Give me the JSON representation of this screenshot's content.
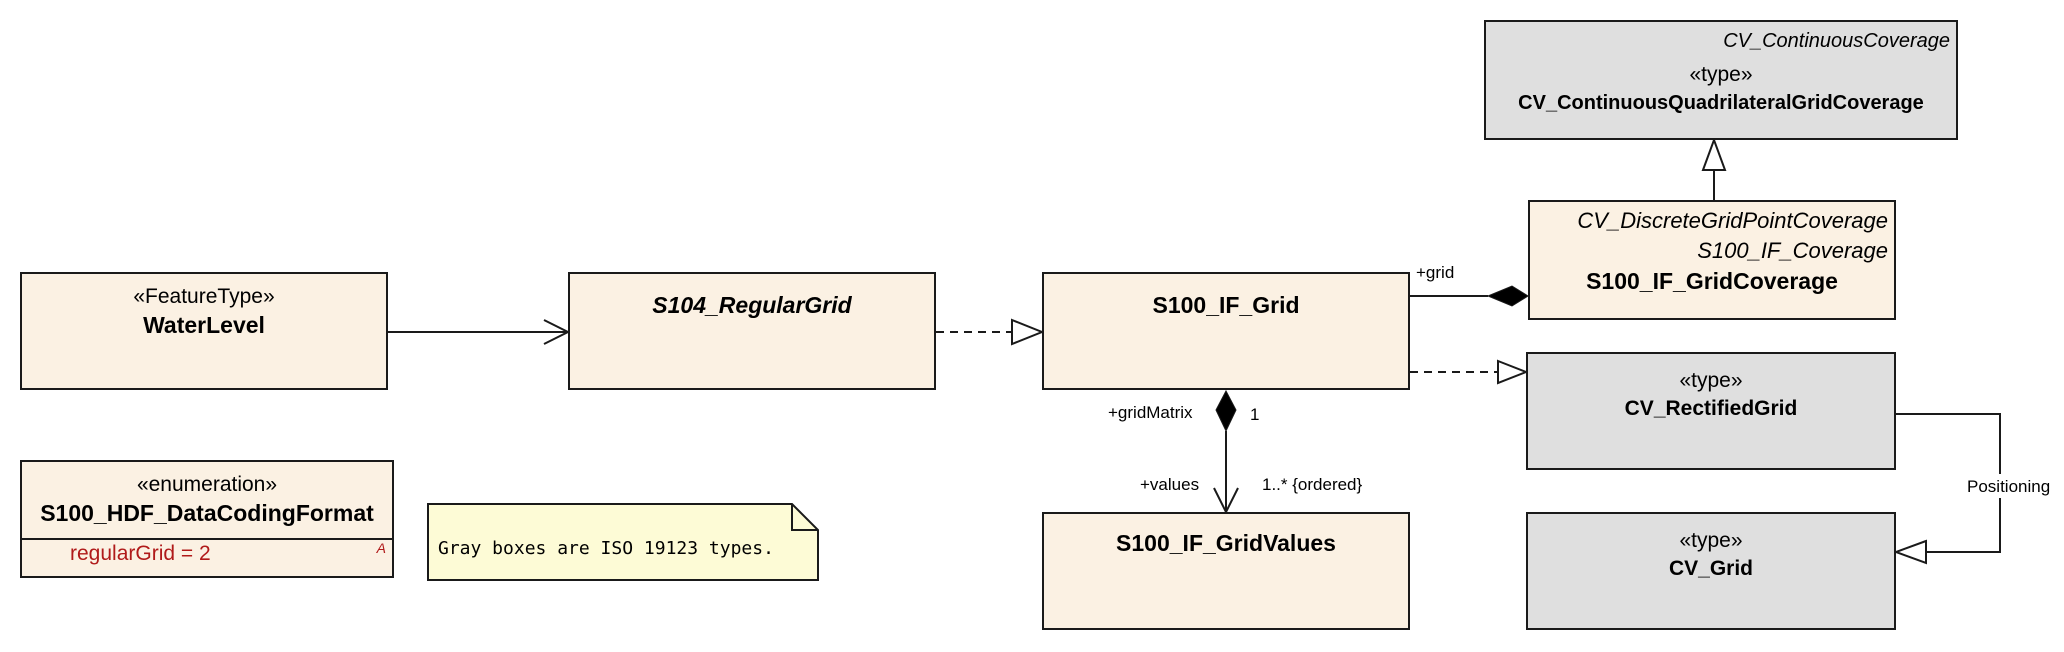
{
  "classes": {
    "water_level": {
      "stereotype": "«FeatureType»",
      "name": "WaterLevel"
    },
    "regular_grid": {
      "name": "S104_RegularGrid"
    },
    "if_grid": {
      "name": "S100_IF_Grid"
    },
    "grid_coverage": {
      "parent1": "CV_DiscreteGridPointCoverage",
      "parent2": "S100_IF_Coverage",
      "name": "S100_IF_GridCoverage"
    },
    "continuous_coverage": {
      "parent": "CV_ContinuousCoverage",
      "stereotype": "«type»",
      "name": "CV_ContinuousQuadrilateralGridCoverage"
    },
    "rectified_grid": {
      "stereotype": "«type»",
      "name": "CV_RectifiedGrid"
    },
    "cv_grid": {
      "stereotype": "«type»",
      "name": "CV_Grid"
    },
    "grid_values": {
      "name": "S100_IF_GridValues"
    },
    "data_coding_format": {
      "stereotype": "«enumeration»",
      "name": "S100_HDF_DataCodingFormat",
      "attribute": "regularGrid = 2",
      "attribute_flag": "A"
    }
  },
  "note": {
    "text": "Gray boxes are ISO 19123 types."
  },
  "edge_labels": {
    "grid_role": "+grid",
    "grid_matrix_role": "+gridMatrix",
    "grid_matrix_mult": "1",
    "values_role": "+values",
    "values_mult": "1..* {ordered}",
    "positioning": "Positioning"
  },
  "colors": {
    "class_fill": "#fbf1e3",
    "iso_fill": "#dfdfdf",
    "note_fill": "#fdfbd6",
    "line": "#1a1a1a",
    "attribute_text": "#b01a1a"
  }
}
